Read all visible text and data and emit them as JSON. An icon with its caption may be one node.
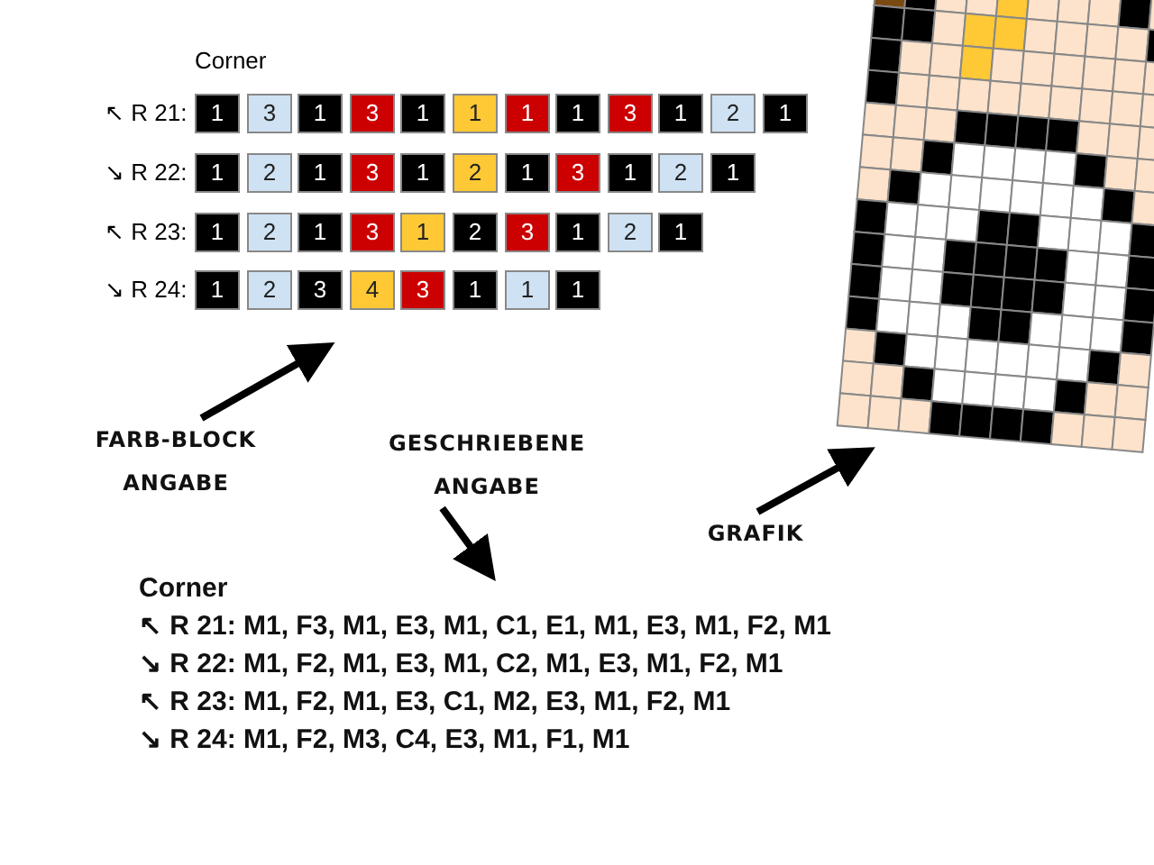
{
  "diagram": {
    "nodes": [
      {
        "text": [
          "Corner"
        ]
      },
      {
        "text": [
          "1"
        ],
        "in": 0
      },
      {
        "text": [
          "3"
        ],
        "in": 0
      },
      {
        "text": [
          "1"
        ],
        "in": 0
      },
      {
        "text": [
          "3"
        ],
        "in": 0
      },
      {
        "text": [
          "1"
        ],
        "in": 0
      },
      {
        "text": [
          "1"
        ],
        "in": 0
      },
      {
        "text": [
          "1"
        ],
        "in": 0
      },
      {
        "text": [
          "1"
        ],
        "in": 0
      },
      {
        "text": [
          "3"
        ],
        "in": 0
      },
      {
        "text": [
          "1"
        ],
        "in": 0
      },
      {
        "text": [
          "2"
        ],
        "in": 0
      },
      {
        "text": [
          "1"
        ],
        "in": 0
      },
      {
        "text": [
          "1"
        ],
        "in": 0
      },
      {
        "text": [
          "2"
        ],
        "in": 0
      },
      {
        "text": [
          "1"
        ],
        "in": 0
      },
      {
        "text": [
          "3"
        ],
        "in": 0
      },
      {
        "text": [
          "1"
        ],
        "in": 0
      },
      {
        "text": [
          "2"
        ],
        "in": 0
      },
      {
        "text": [
          "1"
        ],
        "in": 0
      },
      {
        "text": [
          "3"
        ],
        "in": 0
      },
      {
        "text": [
          "1"
        ],
        "in": 0
      },
      {
        "text": [
          "2"
        ],
        "in": 0
      },
      {
        "text": [
          "1"
        ],
        "in": 0
      },
      {
        "text": [
          "1"
        ],
        "in": 0
      },
      {
        "text": [
          "2"
        ],
        "in": 0
      },
      {
        "text": [
          "1"
        ],
        "in": 0
      },
      {
        "text": [
          "3"
        ],
        "in": 0
      },
      {
        "text": [
          "1"
        ],
        "in": 0
      },
      {
        "text": [
          "2"
        ],
        "in": 0
      },
      {
        "text": [
          "3"
        ],
        "in": 0
      },
      {
        "text": [
          "1"
        ],
        "in": 0
      },
      {
        "text": [
          "2"
        ],
        "in": 0
      },
      {
        "text": [
          "1"
        ],
        "in": 0
      },
      {
        "text": [
          "1"
        ],
        "in": 0
      },
      {
        "text": [
          "2"
        ],
        "in": 0
      },
      {
        "text": [
          "3"
        ],
        "in": 0
      },
      {
        "text": [
          "4"
        ],
        "in": 0
      },
      {
        "text": [
          "3"
        ],
        "in": 0
      },
      {
        "text": [
          "1"
        ],
        "in": 0
      },
      {
        "text": [
          "1"
        ],
        "in": 0
      },
      {
        "text": [
          "1"
        ],
        "in": 0
      },
      {
        "text": [],
        "shape": "picture"
      },
      {
        "text": [
          "FARB-BLOCK ANGABE"
        ]
      },
      {
        "text": [
          "GESCHRIEBENE ANGABE"
        ]
      },
      {
        "text": [
          "GRAFIK"
        ]
      },
      {
        "text": [
          "Corner",
          "↖ R 21: M1, F3, M1, E3, M1, C1, E1, M1, E3, M1, F2, M1",
          "↘ R 22: M1, F2, M1, E3, M1, C2, M1, E3, M1, F2, M1",
          "↖ R 23: M1, F2, M1, E3, C1, M2, E3, M1, F2, M1",
          "↘ R 24: M1, F2, M3, C4, E3, M1, F1, M1"
        ]
      }
    ],
    "edges": [
      {
        "from": 43,
        "to": 0,
        "arrow": "to"
      },
      {
        "from": 44,
        "to": 46,
        "arrow": "to"
      },
      {
        "from": 45,
        "to": 42,
        "arrow": "to"
      }
    ],
    "labels": [
      "↖ R 21:",
      "↘ R 22:",
      "↖ R 23:",
      "↘ R 24:"
    ]
  }
}
